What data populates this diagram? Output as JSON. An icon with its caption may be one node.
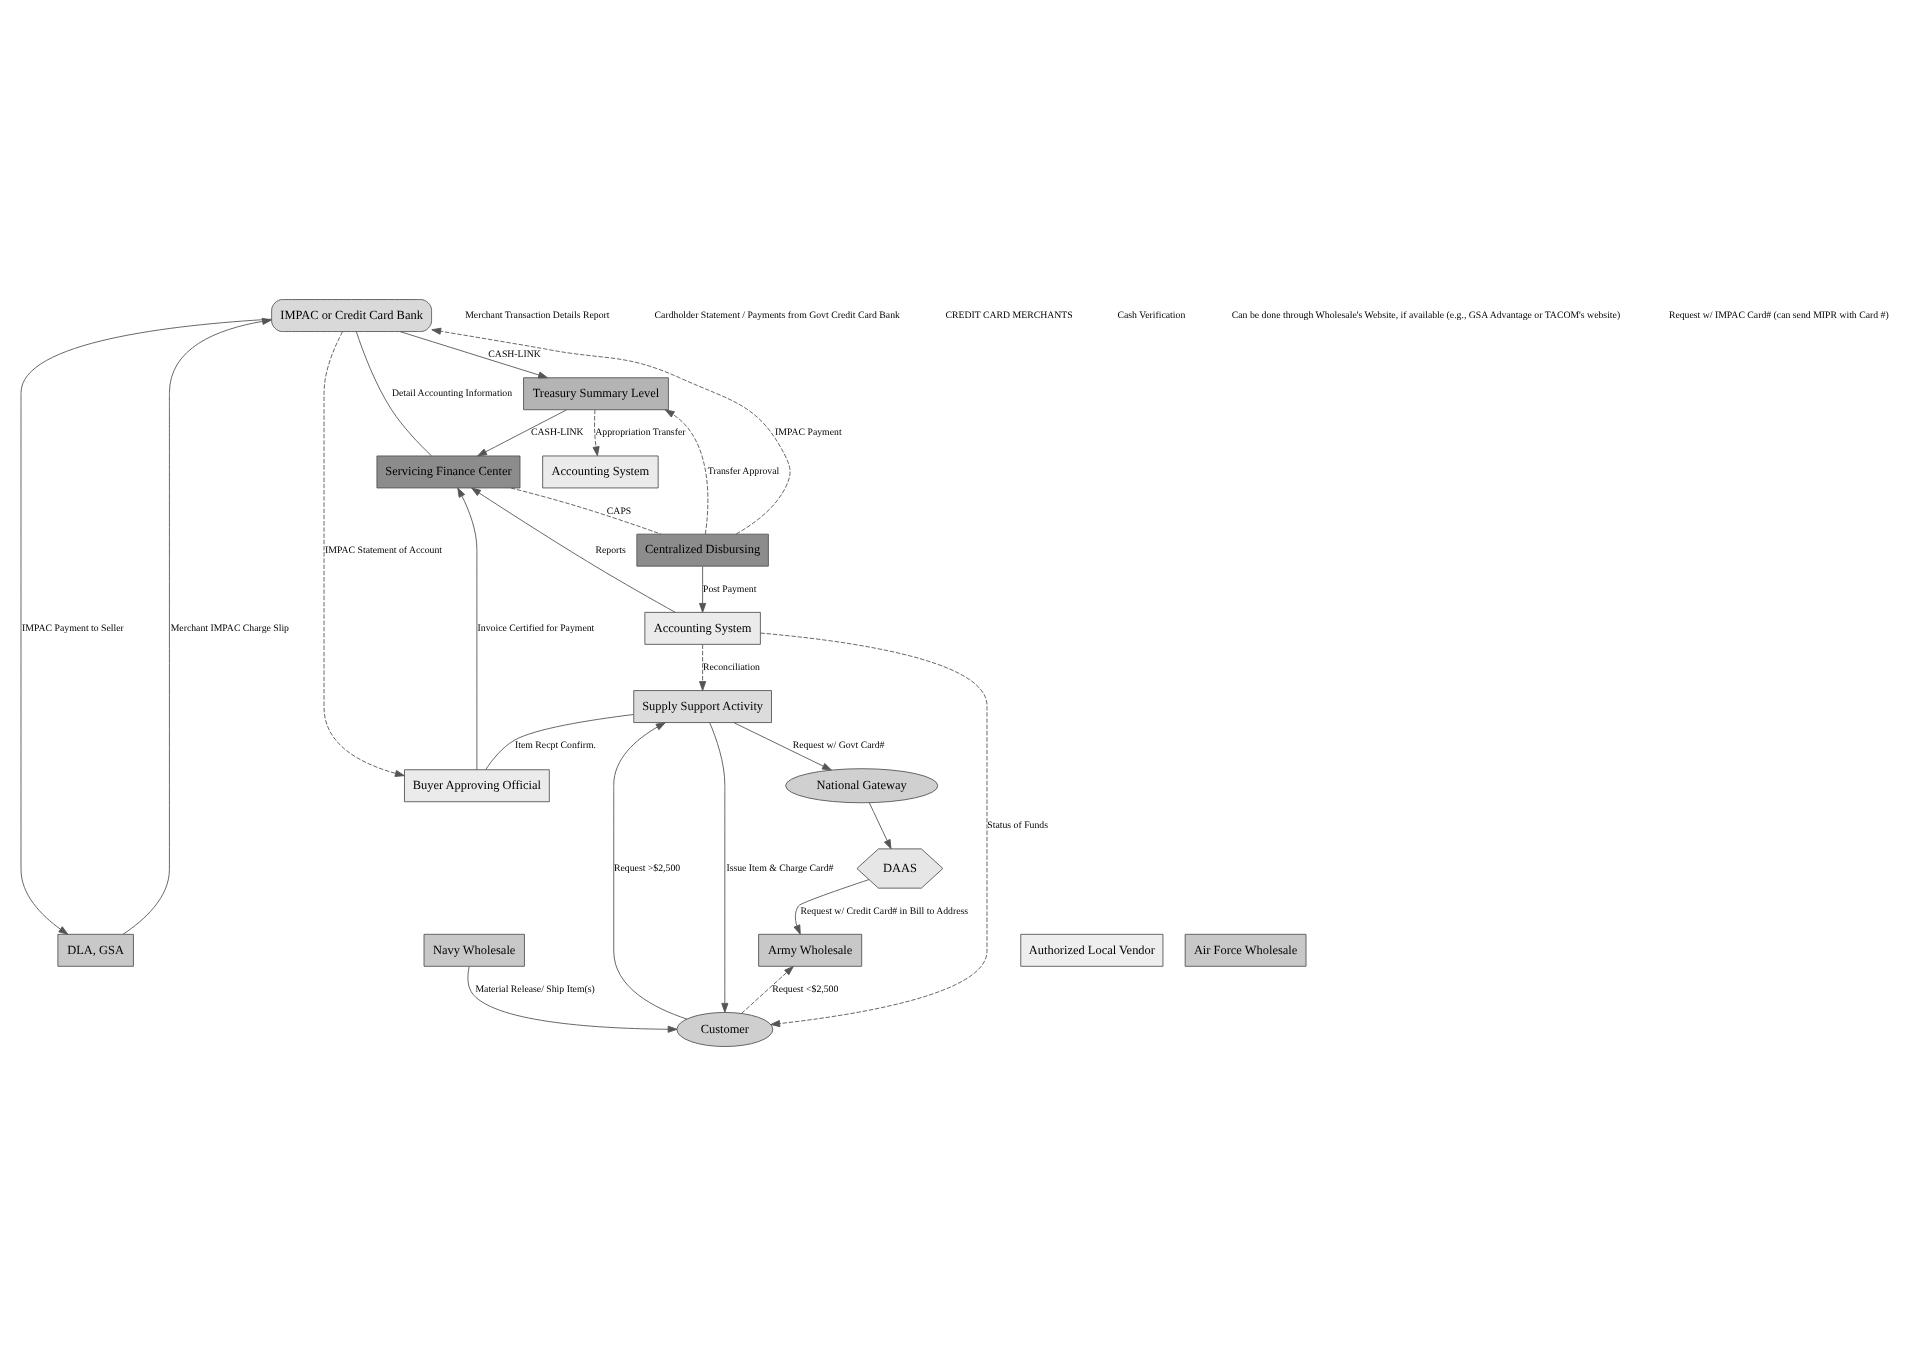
{
  "diagram": {
    "nodes": [
      {
        "text": [
          "IMPAC or Credit Card Bank"
        ]
      },
      {
        "text": [
          "Authorized Local Vendor"
        ]
      },
      {
        "text": [
          "DLA, GSA"
        ]
      },
      {
        "text": [
          "Navy Wholesale"
        ]
      },
      {
        "text": [
          "Air Force Wholesale"
        ]
      },
      {
        "text": [
          "Army Wholesale"
        ]
      },
      {
        "text": [
          "DAAS"
        ]
      },
      {
        "text": [
          "Treasury Summary Level"
        ]
      },
      {
        "text": [
          "Accounting System"
        ]
      },
      {
        "text": [
          "National Gateway"
        ]
      },
      {
        "text": [
          "Buyer Approving Official"
        ]
      },
      {
        "text": [
          "Servicing Finance Center"
        ]
      },
      {
        "text": [
          "Centralized Disbursing"
        ]
      },
      {
        "text": [
          "Supply Support Activity"
        ]
      },
      {
        "text": [
          "Accounting System"
        ]
      },
      {
        "text": [
          "Customer"
        ]
      }
    ],
    "edges": [
      {
        "from": 2,
        "to": 0,
        "arrow": "to",
        "label": "Merchant IMPAC Charge Slip"
      },
      {
        "from": 0,
        "to": 2,
        "arrow": "to",
        "label": "IMPAC Payment to Seller"
      },
      {
        "from": 0,
        "to": 7,
        "arrow": "to",
        "label": "CASH-LINK"
      },
      {
        "from": 0,
        "to": 10,
        "arrow": "to",
        "label": "IMPAC Statement of Account",
        "style": "dashed"
      },
      {
        "from": 12,
        "to": 0,
        "arrow": "to",
        "label": "IMPAC Payment",
        "style": "dashed"
      },
      {
        "from": 11,
        "to": 0,
        "arrow": "none",
        "label": "Detail Accounting Information"
      },
      {
        "from": 7,
        "to": 8,
        "arrow": "to",
        "label": "Appropriation Transfer",
        "style": "dashed"
      },
      {
        "from": 7,
        "to": 11,
        "arrow": "to",
        "label": "CASH-LINK"
      },
      {
        "from": 12,
        "to": 7,
        "arrow": "to",
        "label": "Transfer Approval",
        "style": "dashed"
      },
      {
        "from": 10,
        "to": 11,
        "arrow": "to",
        "label": "Invoice Certified for Payment"
      },
      {
        "from": 11,
        "to": 12,
        "arrow": "none",
        "label": "CAPS",
        "style": "dashed"
      },
      {
        "from": 12,
        "to": 14,
        "arrow": "to",
        "label": "Post Payment"
      },
      {
        "from": 14,
        "to": 11,
        "arrow": "to",
        "label": "Reports"
      },
      {
        "from": 14,
        "to": 13,
        "arrow": "to",
        "label": "Reconciliation",
        "style": "dashed"
      },
      {
        "from": 14,
        "to": 15,
        "arrow": "to",
        "label": "Status of Funds",
        "style": "dashed"
      },
      {
        "from": 13,
        "to": 10,
        "arrow": "none",
        "label": "Item Recpt Confirm."
      },
      {
        "from": 13,
        "to": 9,
        "arrow": "to",
        "label": "Request w/ Govt Card#"
      },
      {
        "from": 9,
        "to": 6,
        "arrow": "to"
      },
      {
        "from": 6,
        "to": 5,
        "arrow": "to",
        "label": "Request w/ Credit Card# in Bill to Address"
      },
      {
        "from": 13,
        "to": 15,
        "arrow": "to",
        "label": "Issue Item & Charge Card#"
      },
      {
        "from": 15,
        "to": 13,
        "arrow": "to",
        "label": "Request >$2,500"
      },
      {
        "from": 15,
        "to": 5,
        "arrow": "to",
        "label": "Request <$2,500",
        "style": "dashed"
      },
      {
        "from": 3,
        "to": 15,
        "arrow": "to",
        "label": "Material Release/ Ship Item(s)"
      }
    ],
    "labels": [
      "Merchant Transaction Details Report",
      "Cardholder Statement / Payments from Govt Credit Card Bank",
      "CREDIT CARD MERCHANTS",
      "Cash Verification",
      "Can be done through Wholesale's Website, if available (e.g., GSA Advantage or TACOM's website)",
      "Request w/ IMPAC Card# (can send MIPR with Card #)"
    ]
  }
}
